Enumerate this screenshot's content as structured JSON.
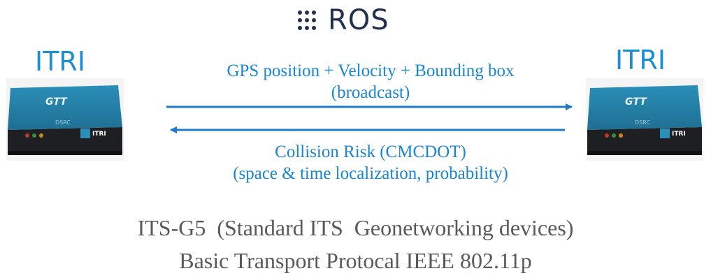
{
  "header": {
    "ros_logo_text": "ROS"
  },
  "devices": {
    "left_label": "ITRI",
    "right_label": "ITRI",
    "brand_logo_text": "GTT",
    "panel_text": "DSRC",
    "badge_text": "ITRI"
  },
  "messages": {
    "top_line1": "GPS position + Velocity + Bounding box",
    "top_line2": "(broadcast)",
    "bottom_line1": "Collision Risk (CMCDOT)",
    "bottom_line2": "(space & time localization, probability)"
  },
  "footer": {
    "line1": "ITS-G5  (Standard ITS  Geonetworking devices)",
    "line2": "Basic Transport Protocal IEEE 802.11p"
  },
  "colors": {
    "accent_blue": "#1e8ed3",
    "arrow_blue": "#1f78c8",
    "ros_navy": "#22314e",
    "footer_gray": "#595959"
  }
}
